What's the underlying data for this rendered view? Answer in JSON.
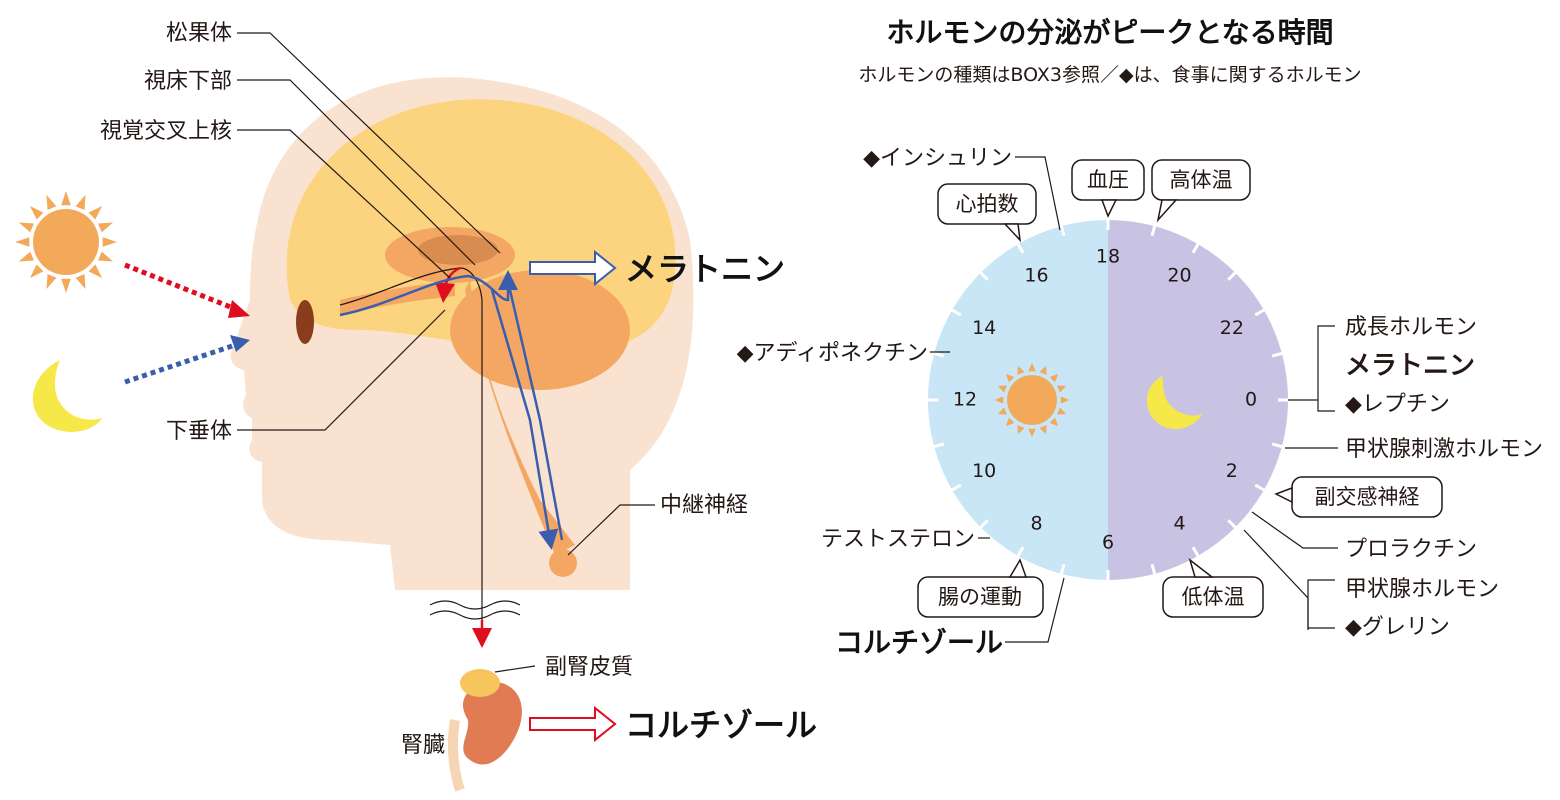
{
  "anatomy": {
    "pineal": "松果体",
    "thalamus": "視床下部",
    "scn": "視覚交叉上核",
    "pituitary": "下垂体",
    "relay_nerve": "中継神経",
    "adrenal_cortex": "副腎皮質",
    "kidney": "腎臓",
    "out_melatonin": "メラトニン",
    "out_cortisol": "コルチゾール"
  },
  "clock": {
    "title": "ホルモンの分泌がピークとなる時間",
    "subtitle": "ホルモンの種類はBOX3参照／◆は、食事に関するホルモン",
    "hours": [
      {
        "h": 0,
        "label": "0"
      },
      {
        "h": 2,
        "label": "2"
      },
      {
        "h": 4,
        "label": "4"
      },
      {
        "h": 6,
        "label": "6"
      },
      {
        "h": 8,
        "label": "8"
      },
      {
        "h": 10,
        "label": "10"
      },
      {
        "h": 12,
        "label": "12"
      },
      {
        "h": 14,
        "label": "14"
      },
      {
        "h": 16,
        "label": "16"
      },
      {
        "h": 18,
        "label": "18"
      },
      {
        "h": 20,
        "label": "20"
      },
      {
        "h": 22,
        "label": "22"
      }
    ],
    "bubbles": {
      "heart_rate": "心拍数",
      "blood_pressure": "血圧",
      "high_temp": "高体温",
      "sympathetic": "副交感神経",
      "low_temp": "低体温",
      "bowel": "腸の運動"
    },
    "labels": {
      "insulin": "◆インシュリン",
      "adiponectin": "◆アディポネクチン",
      "testosterone": "テストステロン",
      "cortisol": "コルチゾール",
      "growth": "成長ホルモン",
      "melatonin": "メラトニン",
      "leptin": "◆レプチン",
      "tsh": "甲状腺刺激ホルモン",
      "prolactin": "プロラクチン",
      "thyroid": "甲状腺ホルモン",
      "ghrelin": "◆グレリン"
    },
    "colors": {
      "day": "#c9e6f7",
      "night": "#c8c3e3"
    }
  },
  "colors": {
    "sun": "#f3a95a",
    "moon": "#f7e84a",
    "red": "#e00d1f",
    "blue": "#3a5ead"
  }
}
